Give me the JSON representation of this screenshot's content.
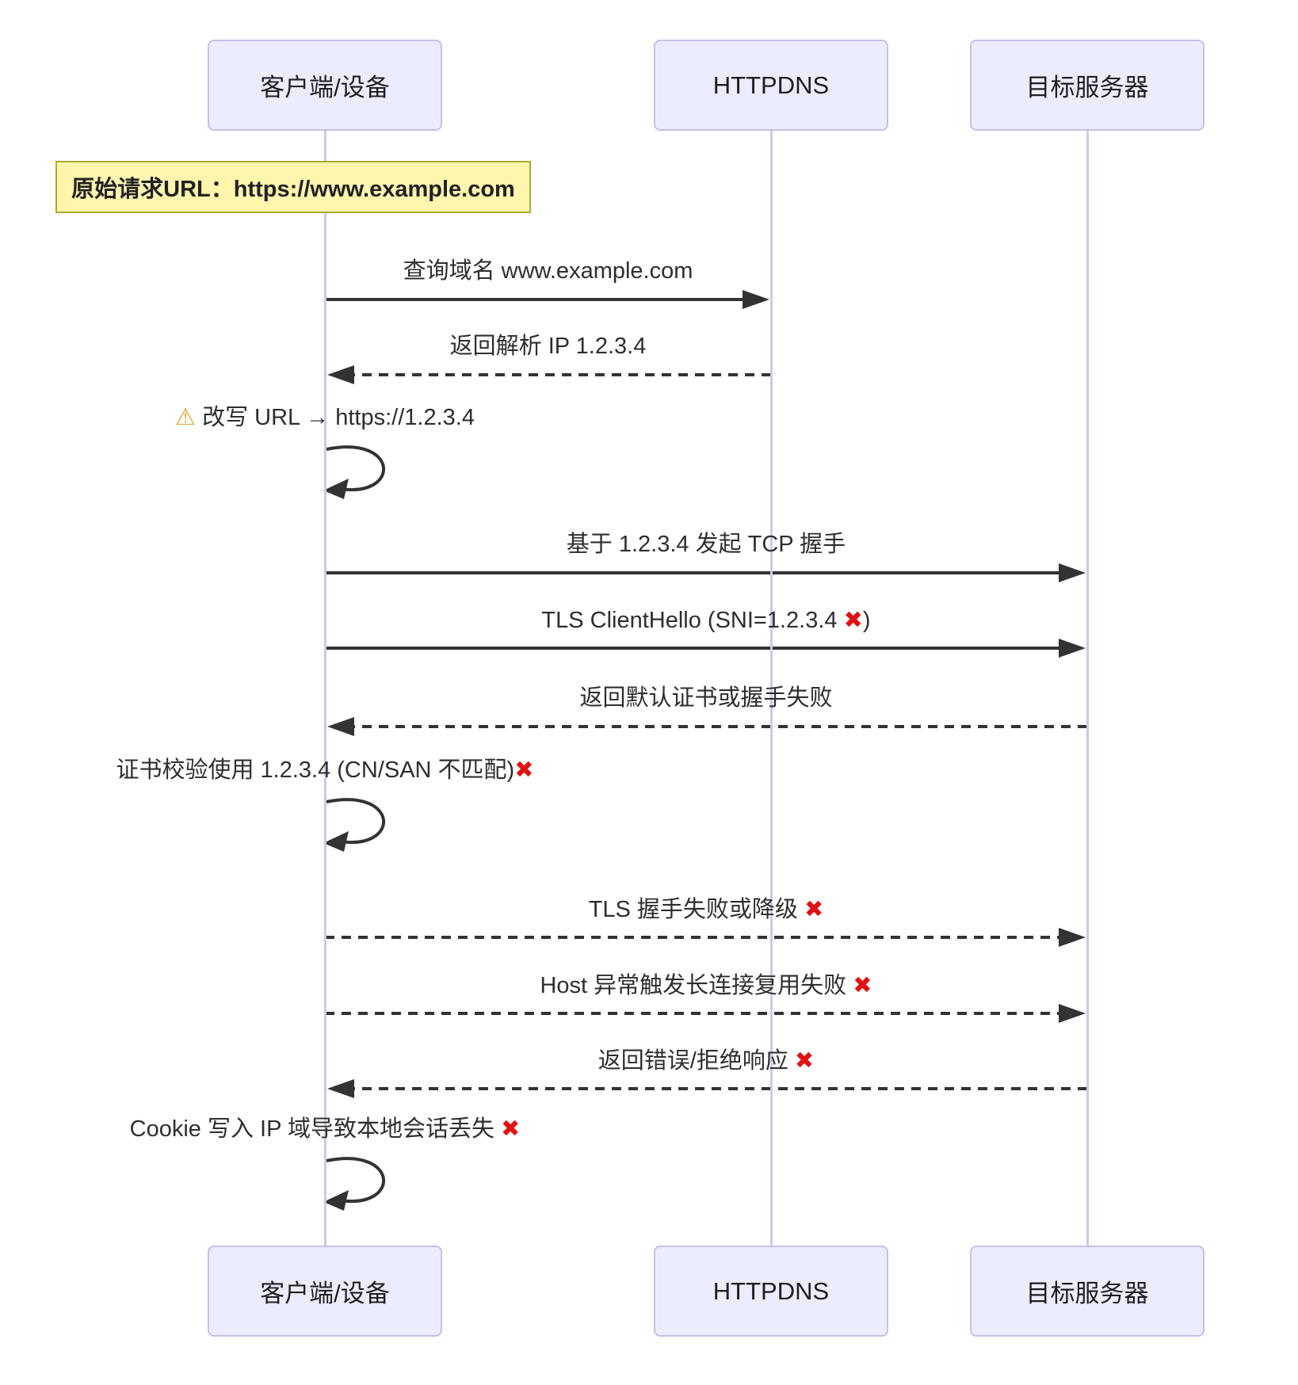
{
  "diagram": {
    "participants": [
      {
        "id": "client",
        "label": "客户端/设备"
      },
      {
        "id": "httpdns",
        "label": "HTTPDNS"
      },
      {
        "id": "server",
        "label": "目标服务器"
      }
    ],
    "note": {
      "target": "client",
      "text": "原始请求URL：https://www.example.com"
    },
    "messages": [
      {
        "from": "client",
        "to": "httpdns",
        "style": "solid",
        "label": "查询域名 www.example.com"
      },
      {
        "from": "httpdns",
        "to": "client",
        "style": "dashed",
        "label": "返回解析 IP 1.2.3.4"
      },
      {
        "from": "client",
        "to": "client",
        "style": "self",
        "label": "⚠️ 改写 URL → https://1.2.3.4"
      },
      {
        "from": "client",
        "to": "server",
        "style": "solid",
        "label": "基于 1.2.3.4 发起 TCP 握手"
      },
      {
        "from": "client",
        "to": "server",
        "style": "solid",
        "label": "TLS ClientHello (SNI=1.2.3.4 ❌)"
      },
      {
        "from": "server",
        "to": "client",
        "style": "dashed",
        "label": "返回默认证书或握手失败"
      },
      {
        "from": "client",
        "to": "client",
        "style": "self",
        "label": "证书校验使用 1.2.3.4 (CN/SAN 不匹配)❌"
      },
      {
        "from": "client",
        "to": "server",
        "style": "dashed",
        "label": "TLS 握手失败或降级 ❌"
      },
      {
        "from": "client",
        "to": "server",
        "style": "dashed",
        "label": "Host 异常触发长连接复用失败 ❌"
      },
      {
        "from": "server",
        "to": "client",
        "style": "dashed",
        "label": "返回错误/拒绝响应 ❌"
      },
      {
        "from": "client",
        "to": "client",
        "style": "self",
        "label": "Cookie 写入 IP 域导致本地会话丢失 ❌"
      }
    ],
    "icons": {
      "warning": "warning-triangle-icon",
      "failure": "red-cross-icon"
    },
    "colors": {
      "actor_fill": "#ECECFF",
      "actor_border": "#C6C0E8",
      "lifeline": "#CFC7EE",
      "note_fill": "#FFF5AD",
      "note_border": "#AAAA33",
      "arrow": "#333333",
      "text": "#2e2e2e",
      "cross_mark": "#E01212",
      "warning_mark": "#E8A33D"
    }
  }
}
